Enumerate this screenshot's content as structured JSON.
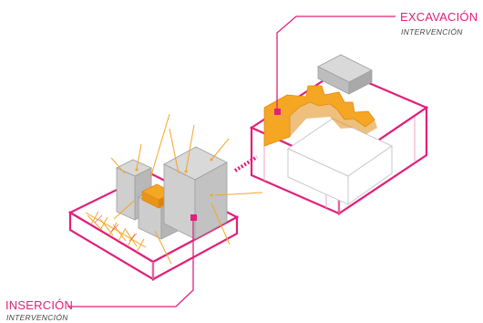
{
  "labels": {
    "excavation": {
      "title": "EXCAVACIÓN",
      "subtitle": "INTERVENCIÓN"
    },
    "insertion": {
      "title": "INSERCIÓN",
      "subtitle": "INTERVENCIÓN"
    }
  },
  "colors": {
    "magenta": "#e0207a",
    "magenta_light": "#f1a3c5",
    "orange": "#f5a623",
    "orange_dark": "#e08a12",
    "gray_top": "#d9d9d9",
    "gray_side": "#bdbdbd",
    "gray_dark": "#9e9e9e",
    "white": "#ffffff",
    "line": "#8a8a8a"
  }
}
